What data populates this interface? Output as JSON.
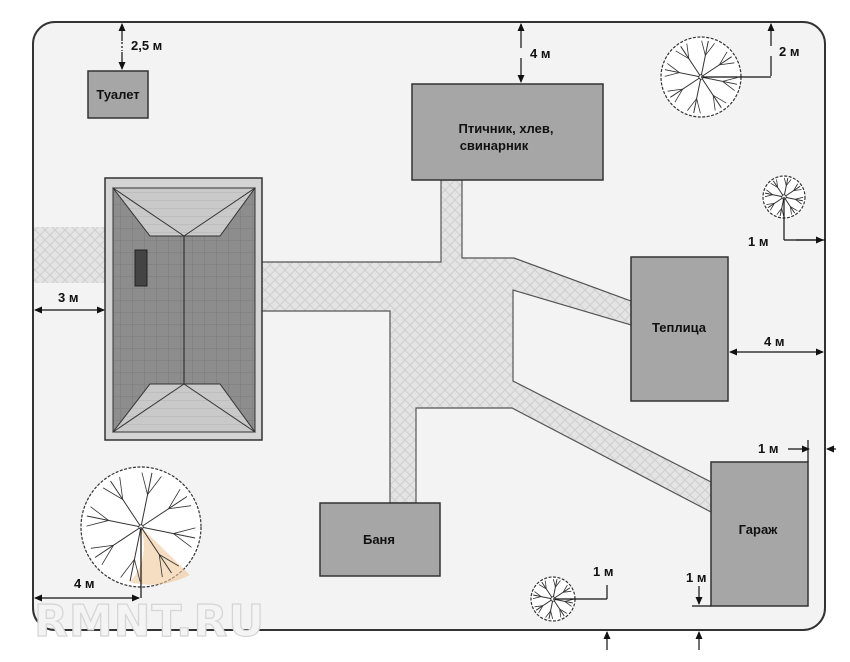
{
  "buildings": {
    "toilet": "Туалет",
    "barn_line1": "Птичник, хлев,",
    "barn_line2": "свинарник",
    "greenhouse": "Теплица",
    "sauna": "Баня",
    "garage": "Гараж"
  },
  "dimensions": {
    "toilet_top": "2,5 м",
    "barn_top": "4 м",
    "tree_top_right": "2 м",
    "tree_right_small": "1 м",
    "house_left": "3 м",
    "greenhouse_right": "4 м",
    "garage_right": "1 м",
    "tree_bottom_left": "4 м",
    "tree_bottom_small": "1 м",
    "garage_bottom": "1 м"
  },
  "watermark": "RMNT.RU",
  "colors": {
    "building": "#a6a6a6",
    "path": "#e3e3e3",
    "roof": "#8c8c8c",
    "plot": "#f2f2f2"
  }
}
